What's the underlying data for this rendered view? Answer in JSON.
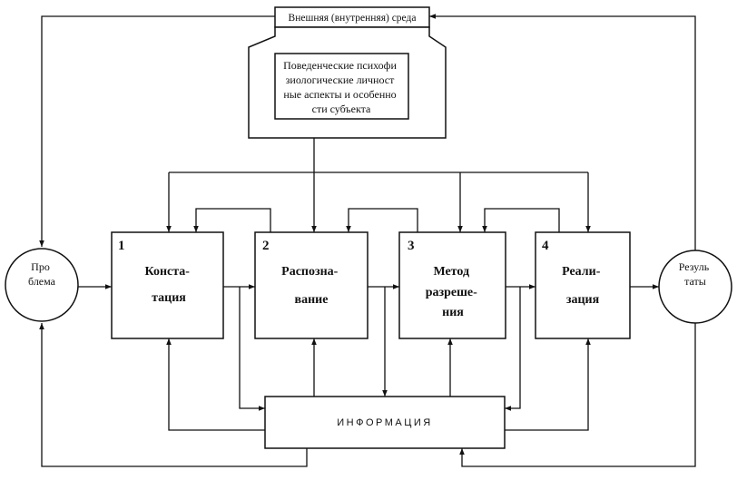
{
  "environment": {
    "label": "Внешняя (внутренняя) среда"
  },
  "subject": {
    "lines": [
      "Поведенческие психофи",
      "зиологические личност",
      "ные аспекты и особенно",
      "сти субъекта"
    ]
  },
  "problem": {
    "lines": [
      "Про",
      "блема"
    ]
  },
  "results": {
    "lines": [
      "Резуль",
      "таты"
    ]
  },
  "stages": [
    {
      "number": "1",
      "lines": [
        "Конста-",
        "тация"
      ]
    },
    {
      "number": "2",
      "lines": [
        "Распозна-",
        "вание"
      ]
    },
    {
      "number": "3",
      "lines": [
        "Метод",
        "разреше-",
        "ния"
      ]
    },
    {
      "number": "4",
      "lines": [
        "Реали-",
        "зация"
      ]
    }
  ],
  "information": {
    "label": "ИНФОРМАЦИЯ"
  }
}
